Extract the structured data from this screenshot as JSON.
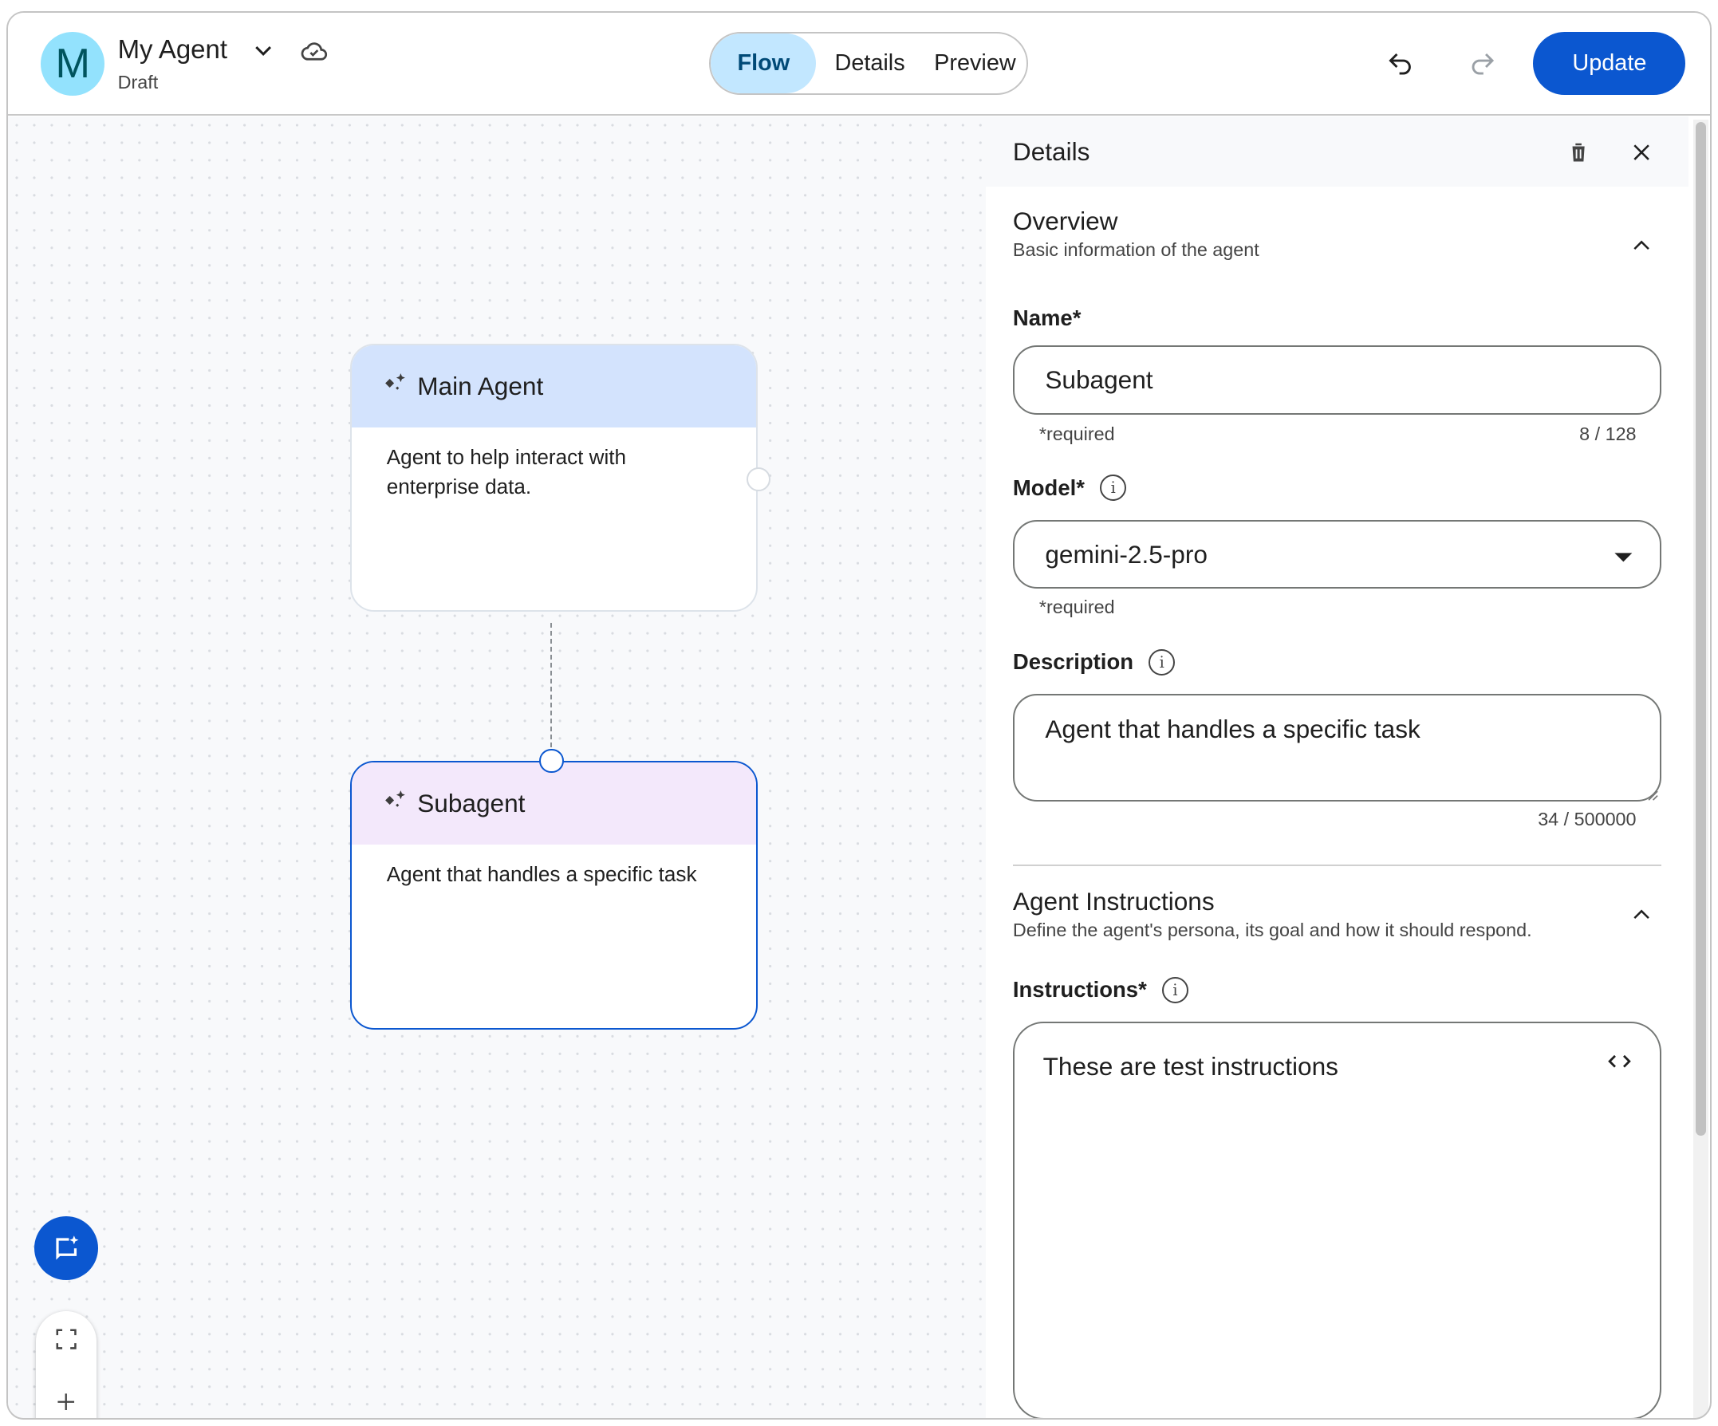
{
  "header": {
    "avatar_letter": "M",
    "agent_name": "My Agent",
    "status": "Draft",
    "tabs": [
      {
        "label": "Flow",
        "active": true
      },
      {
        "label": "Details",
        "active": false
      },
      {
        "label": "Preview",
        "active": false
      }
    ],
    "update_label": "Update"
  },
  "canvas": {
    "nodes": [
      {
        "title": "Main Agent",
        "description": "Agent to help interact with enterprise data."
      },
      {
        "title": "Subagent",
        "description": "Agent that handles a specific task",
        "selected": true
      }
    ]
  },
  "panel": {
    "title": "Details",
    "overview": {
      "title": "Overview",
      "subtitle": "Basic information of the agent",
      "name_label": "Name*",
      "name_value": "Subagent",
      "name_hint": "*required",
      "name_count": "8 / 128",
      "model_label": "Model*",
      "model_value": "gemini-2.5-pro",
      "model_hint": "*required",
      "description_label": "Description",
      "description_value": "Agent that handles a specific task",
      "description_count": "34 / 500000"
    },
    "instructions": {
      "title": "Agent Instructions",
      "subtitle": "Define the agent's persona, its goal and how it should respond.",
      "label": "Instructions*",
      "value": "These are test instructions"
    }
  },
  "colors": {
    "primary": "#0b57d0",
    "main_node_header": "#d3e3fd",
    "sub_node_header": "#f3e8fb",
    "active_tab": "#c2e7ff"
  }
}
